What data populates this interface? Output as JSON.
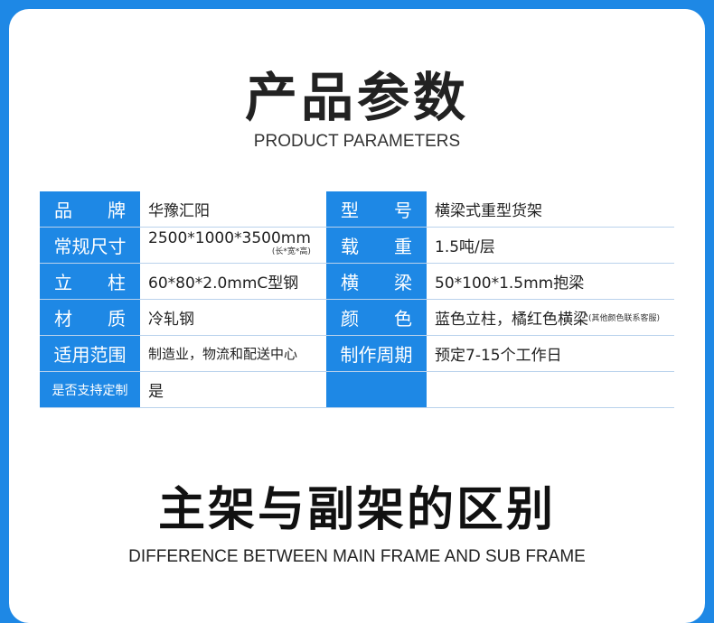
{
  "header": {
    "title_cn": "产品参数",
    "title_en": "PRODUCT PARAMETERS"
  },
  "params": [
    {
      "l_label": "品牌",
      "l_value": "华豫汇阳",
      "r_label": "型号",
      "r_value": "横梁式重型货架"
    },
    {
      "l_label": "常规尺寸",
      "l_value": "2500*1000*3500mm",
      "l_note": "(长*宽*高)",
      "r_label": "载重",
      "r_value": "1.5吨/层"
    },
    {
      "l_label": "立柱",
      "l_value": "60*80*2.0mmC型钢",
      "r_label": "横梁",
      "r_value": "50*100*1.5mm抱梁"
    },
    {
      "l_label": "材质",
      "l_value": "冷轧钢",
      "r_label": "颜色",
      "r_value": "蓝色立柱，橘红色横梁",
      "r_note": "(其他颜色联系客服)"
    },
    {
      "l_label": "适用范围",
      "l_value": "制造业，物流和配送中心",
      "r_label": "制作周期",
      "r_value": "预定7-15个工作日"
    },
    {
      "l_label": "是否支持定制",
      "l_value": "是",
      "r_label": "",
      "r_value": ""
    }
  ],
  "section2": {
    "title_cn": "主架与副架的区别",
    "title_en": "DIFFERENCE BETWEEN MAIN FRAME AND SUB FRAME"
  },
  "colors": {
    "accent": "#1e88e5",
    "border": "#b9d2ec"
  }
}
